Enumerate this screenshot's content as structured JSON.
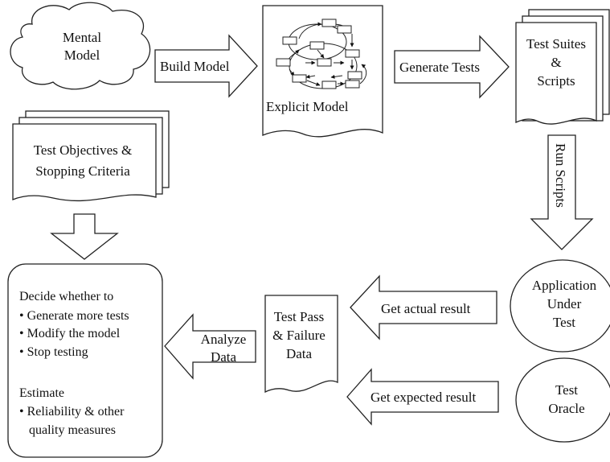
{
  "diagram": {
    "mental_model": {
      "lines": [
        "Mental",
        "Model"
      ]
    },
    "build_model_label": "Build Model",
    "explicit_model_label": "Explicit Model",
    "generate_tests_label": "Generate Tests",
    "test_suites": {
      "lines": [
        "Test Suites",
        "&",
        "Scripts"
      ]
    },
    "test_objectives": {
      "lines": [
        "Test Objectives &",
        "Stopping Criteria"
      ]
    },
    "run_scripts_label": "Run Scripts",
    "decide_box": {
      "heading": "Decide whether to",
      "options": [
        "• Generate more tests",
        "• Modify the model",
        "• Stop testing"
      ],
      "estimate_heading": "Estimate",
      "estimate_items": [
        "• Reliability & other",
        "quality measures"
      ]
    },
    "analyze_data": {
      "lines": [
        "Analyze",
        "Data"
      ]
    },
    "pass_failure": {
      "lines": [
        "Test Pass",
        "& Failure",
        "Data"
      ]
    },
    "get_actual_label": "Get actual result",
    "get_expected_label": "Get expected result",
    "application": {
      "lines": [
        "Application",
        "Under",
        "Test"
      ]
    },
    "test_oracle": {
      "lines": [
        "Test",
        "Oracle"
      ]
    }
  }
}
